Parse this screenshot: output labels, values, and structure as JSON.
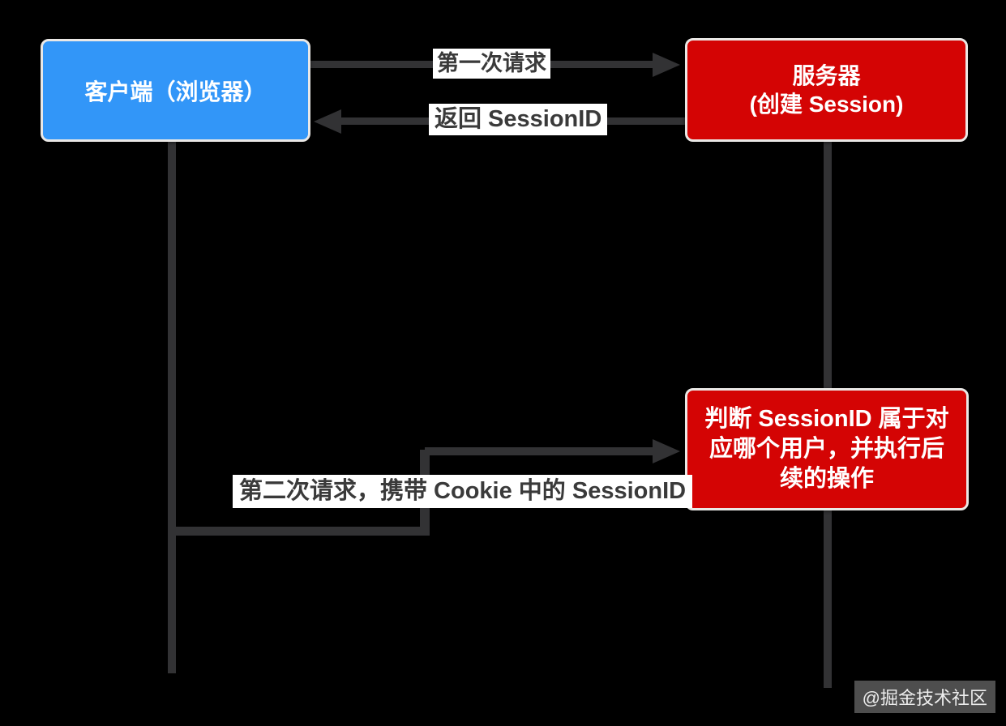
{
  "colors": {
    "background": "#000000",
    "client_fill": "#3296f8",
    "server_fill": "#d40404",
    "box_border": "#eae8e6",
    "box_text": "#ffffff",
    "connector": "#323234",
    "label_bg": "#ffffff",
    "label_text": "#3a3a3a"
  },
  "nodes": {
    "client": {
      "label": "客户端（浏览器）"
    },
    "server": {
      "line1": "服务器",
      "line2": "(创建 Session)"
    },
    "judge": {
      "line1": "判断 SessionID 属于对",
      "line2": "应哪个用户，并执行后",
      "line3": "续的操作"
    }
  },
  "edges": {
    "first_request": {
      "label": "第一次请求",
      "from": "client",
      "to": "server"
    },
    "return_session": {
      "label": "返回 SessionID",
      "from": "server",
      "to": "client"
    },
    "second_request": {
      "label": "第二次请求，携带 Cookie 中的 SessionID",
      "from": "client",
      "to": "judge"
    }
  },
  "watermark": {
    "text": "@掘金技术社区"
  }
}
